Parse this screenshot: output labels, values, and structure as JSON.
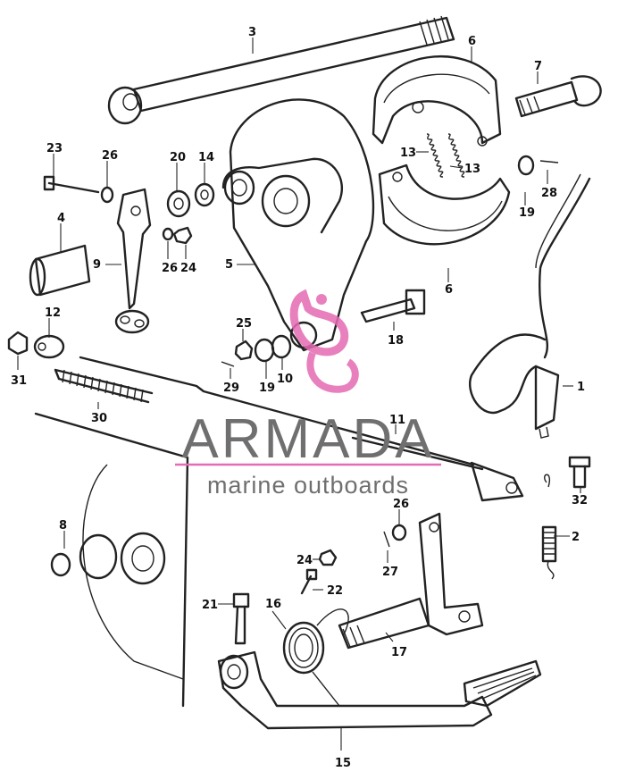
{
  "watermark": {
    "brand": "ARMADA",
    "tagline": "marine outboards",
    "accent_color": "#e56bb3",
    "text_color": "#6f6f6f"
  },
  "callouts": {
    "c1": "1",
    "c2": "2",
    "c3": "3",
    "c4": "4",
    "c5": "5",
    "c6a": "6",
    "c6b": "6",
    "c7": "7",
    "c8": "8",
    "c9": "9",
    "c10": "10",
    "c11": "11",
    "c12": "12",
    "c13a": "13",
    "c13b": "13",
    "c14": "14",
    "c15": "15",
    "c16": "16",
    "c17": "17",
    "c18": "18",
    "c19a": "19",
    "c19b": "19",
    "c20": "20",
    "c21": "21",
    "c22": "22",
    "c23": "23",
    "c24a": "24",
    "c24b": "24",
    "c25": "25",
    "c26a": "26",
    "c26b": "26",
    "c26c": "26",
    "c27": "27",
    "c28": "28",
    "c29": "29",
    "c30": "30",
    "c31": "31",
    "c32": "32"
  }
}
